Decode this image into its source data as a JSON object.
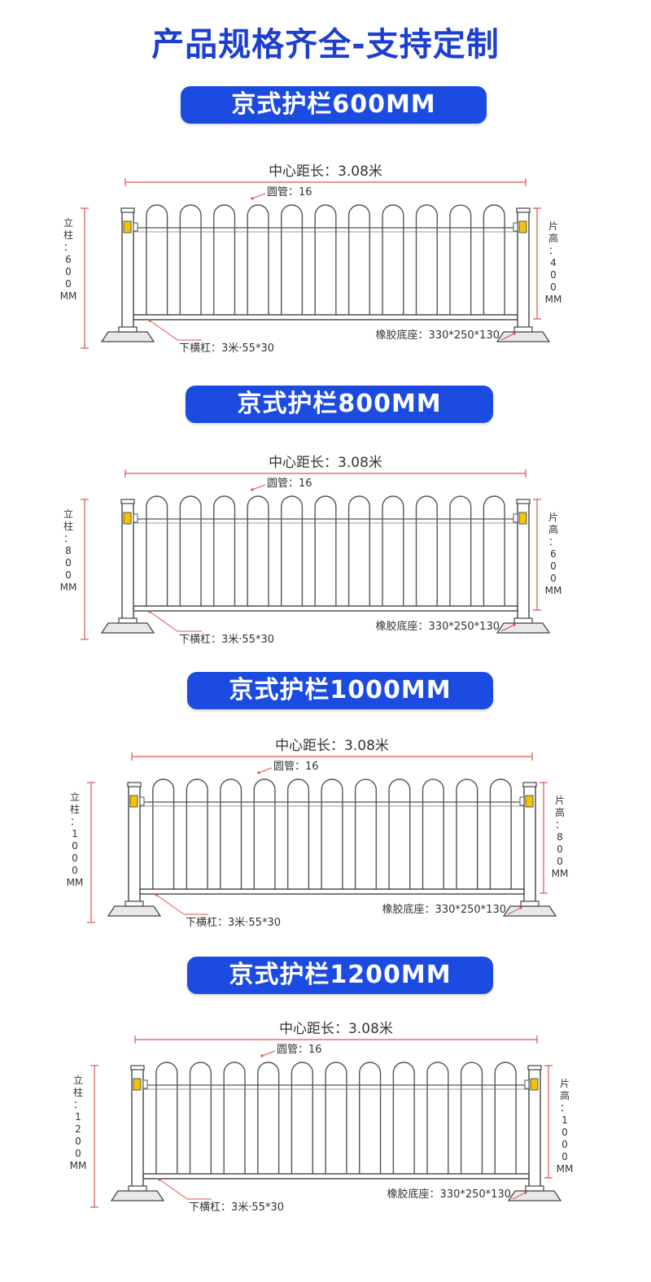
{
  "page_title": "产品规格齐全-支持定制",
  "colors": {
    "title": "#1d3fd0",
    "banner": "#1b4be0",
    "dimension": "#d9534f",
    "reflector": "#f5c400"
  },
  "sections": [
    {
      "banner": "京式护栏600MM",
      "center_length": "中心距长：3.08米",
      "pipe": "圆管：16",
      "post_label": [
        "立",
        "柱",
        "：",
        "6",
        "0",
        "0",
        "MM"
      ],
      "panel_label": [
        "片",
        "高",
        "：",
        "4",
        "0",
        "0",
        "MM"
      ],
      "rail": "下横杠：3米·55*30",
      "base": "橡胶底座：330*250*130"
    },
    {
      "banner": "京式护栏800MM",
      "center_length": "中心距长：3.08米",
      "pipe": "圆管：16",
      "post_label": [
        "立",
        "柱",
        "：",
        "8",
        "0",
        "0",
        "MM"
      ],
      "panel_label": [
        "片",
        "高",
        "：",
        "6",
        "0",
        "0",
        "MM"
      ],
      "rail": "下横杠：3米·55*30",
      "base": "橡胶底座：330*250*130"
    },
    {
      "banner": "京式护栏1000MM",
      "center_length": "中心距长：3.08米",
      "pipe": "圆管：16",
      "post_label": [
        "立",
        "柱",
        "：",
        "1",
        "0",
        "0",
        "0",
        "MM"
      ],
      "panel_label": [
        "片",
        "高",
        "：",
        "8",
        "0",
        "0",
        "MM"
      ],
      "rail": "下横杠：3米·55*30",
      "base": "橡胶底座：330*250*130"
    },
    {
      "banner": "京式护栏1200MM",
      "center_length": "中心距长：3.08米",
      "pipe": "圆管：16",
      "post_label": [
        "立",
        "柱",
        "：",
        "1",
        "2",
        "0",
        "0",
        "MM"
      ],
      "panel_label": [
        "片",
        "高",
        "：",
        "1",
        "0",
        "0",
        "0",
        "MM"
      ],
      "rail": "下横杠：3米·55*30",
      "base": "橡胶底座：330*250*130"
    }
  ]
}
